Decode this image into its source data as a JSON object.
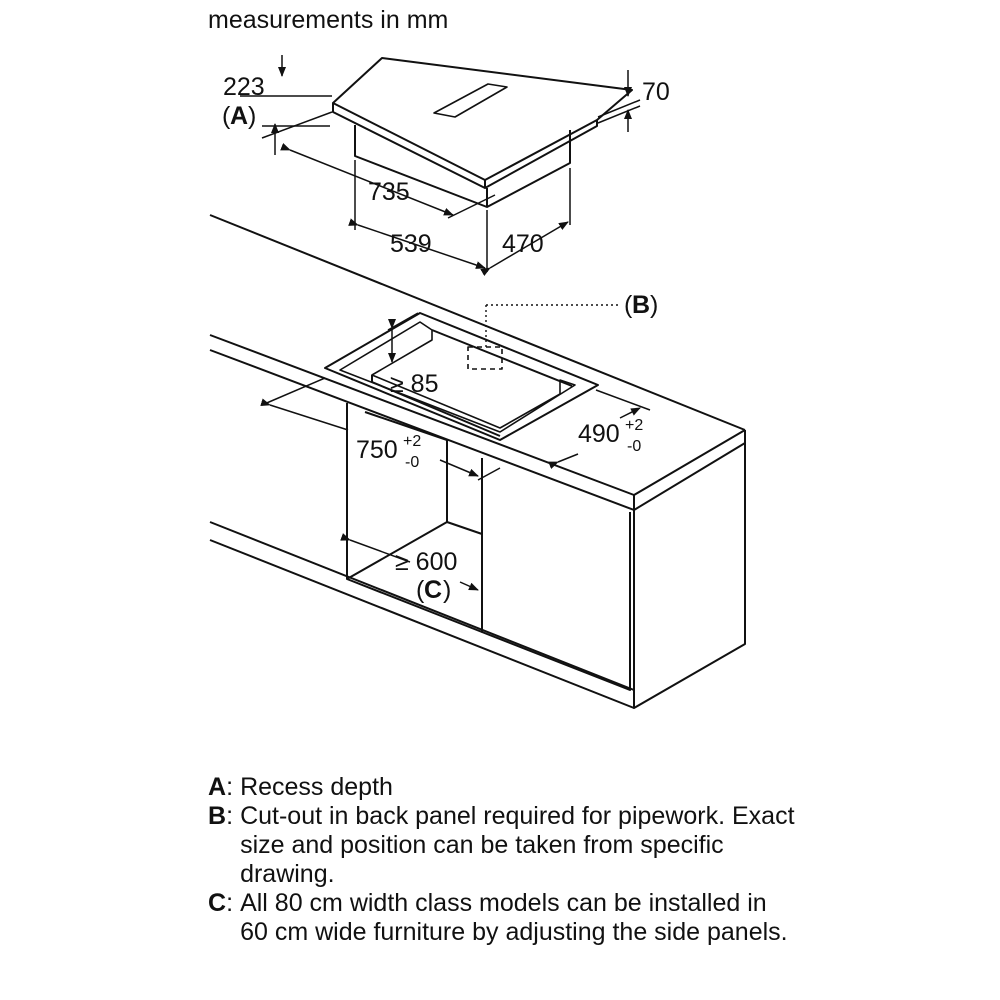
{
  "header": {
    "measurements_label": "measurements in mm"
  },
  "hob_dims": {
    "total_height": "223",
    "recess_depth_marker": "A",
    "glass_height": "70",
    "overall_width": "735",
    "body_width": "539",
    "depth": "470"
  },
  "cutout_dims": {
    "back_panel_marker": "B",
    "min_depth": "≥ 85",
    "width": "750",
    "width_tol_plus": "+2",
    "width_tol_minus": "-0",
    "depth": "490",
    "depth_tol_plus": "+2",
    "depth_tol_minus": "-0",
    "cabinet_width": "≥ 600",
    "cabinet_marker": "C"
  },
  "legend": [
    {
      "key": "A",
      "text": "Recess depth"
    },
    {
      "key": "B",
      "text": "Cut-out in back panel required for pipework. Exact size and position can be taken from specific drawing."
    },
    {
      "key": "C",
      "text": "All 80 cm width class models can be installed in 60 cm wide furniture by adjusting the side panels."
    }
  ]
}
